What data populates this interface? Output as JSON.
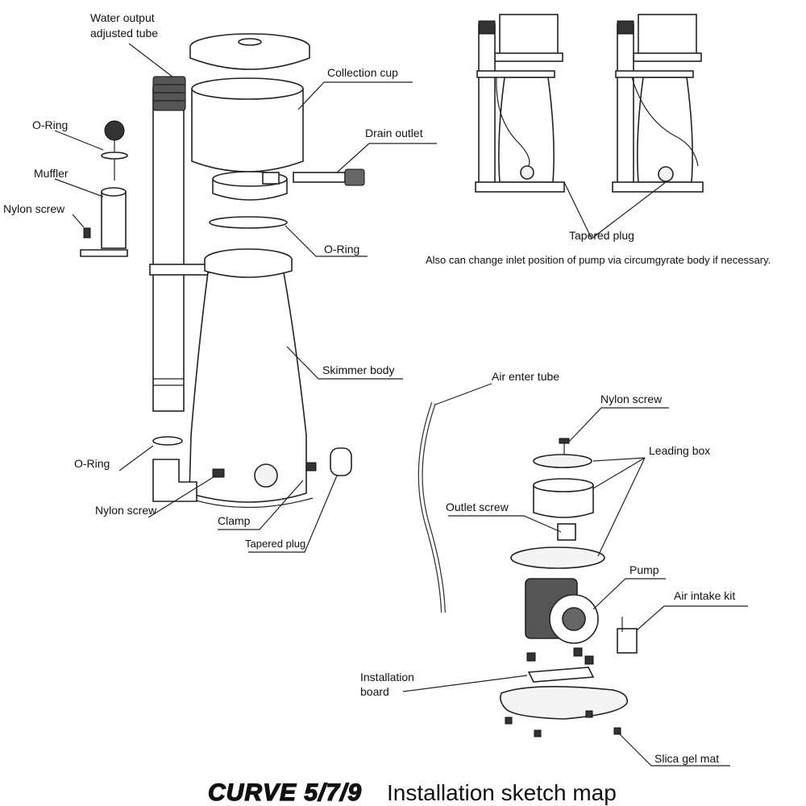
{
  "labels": {
    "water_output_line1": "Water output",
    "water_output_line2": "adjusted tube",
    "collection_cup": "Collection cup",
    "oring_top_left": "O-Ring",
    "drain_outlet": "Drain outlet",
    "muffler": "Muffler",
    "nylon_screw_left": "Nylon screw",
    "oring_mid": "O-Ring",
    "skimmer_body": "Skimmer body",
    "oring_bottom": "O-Ring",
    "nylon_screw_bottom": "Nylon screw",
    "clamp": "Clamp",
    "tapered_plug_bottom": "Tapered plug",
    "tapered_plug_top": "Tapered plug",
    "air_enter_tube": "Air enter tube",
    "nylon_screw_right": "Nylon screw",
    "leading_box": "Leading box",
    "outlet_screw": "Outlet screw",
    "pump": "Pump",
    "air_intake_kit": "Air intake kit",
    "installation_board_line1": "Installation",
    "installation_board_line2": "board",
    "silica_gel_mat": "Slica gel mat"
  },
  "note": "Also can change inlet position of pump via circumgyrate body if necessary.",
  "title": {
    "brand": "CURVE 5/7/9",
    "text": "Installation sketch map"
  }
}
